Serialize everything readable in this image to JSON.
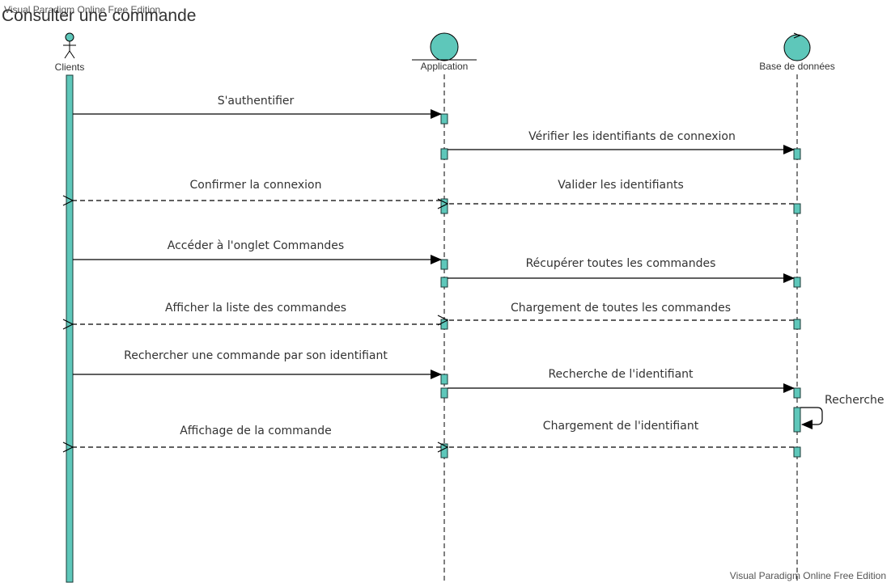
{
  "diagram": {
    "title": "Consulter une commande",
    "watermark_top": "Visual Paradigm Online Free Edition",
    "watermark_bottom": "Visual Paradigm Online Free Edition",
    "accent_color": "#5ec7ba"
  },
  "participants": [
    {
      "id": "clients",
      "label": "Clients",
      "icon": "actor-icon"
    },
    {
      "id": "application",
      "label": "Application",
      "icon": "boundary-icon"
    },
    {
      "id": "database",
      "label": "Base de données",
      "icon": "control-icon"
    }
  ],
  "messages": [
    {
      "label": "S'authentifier",
      "from": "clients",
      "to": "application",
      "kind": "sync"
    },
    {
      "label": "Vérifier les identifiants de connexion",
      "from": "application",
      "to": "database",
      "kind": "sync"
    },
    {
      "label": "Valider les identifiants",
      "from": "database",
      "to": "application",
      "kind": "reply"
    },
    {
      "label": "Confirmer la connexion",
      "from": "application",
      "to": "clients",
      "kind": "reply"
    },
    {
      "label": "Accéder à l'onglet Commandes",
      "from": "clients",
      "to": "application",
      "kind": "sync"
    },
    {
      "label": "Récupérer toutes les commandes",
      "from": "application",
      "to": "database",
      "kind": "sync"
    },
    {
      "label": "Chargement de toutes les commandes",
      "from": "database",
      "to": "application",
      "kind": "reply"
    },
    {
      "label": "Afficher la liste des commandes",
      "from": "application",
      "to": "clients",
      "kind": "reply"
    },
    {
      "label": "Rechercher une commande par son identifiant",
      "from": "clients",
      "to": "application",
      "kind": "sync"
    },
    {
      "label": "Recherche de l'identifiant",
      "from": "application",
      "to": "database",
      "kind": "sync"
    },
    {
      "label": "Recherche",
      "from": "database",
      "to": "database",
      "kind": "self"
    },
    {
      "label": "Chargement de l'identifiant",
      "from": "database",
      "to": "application",
      "kind": "reply"
    },
    {
      "label": "Affichage de la commande",
      "from": "application",
      "to": "clients",
      "kind": "reply"
    }
  ]
}
